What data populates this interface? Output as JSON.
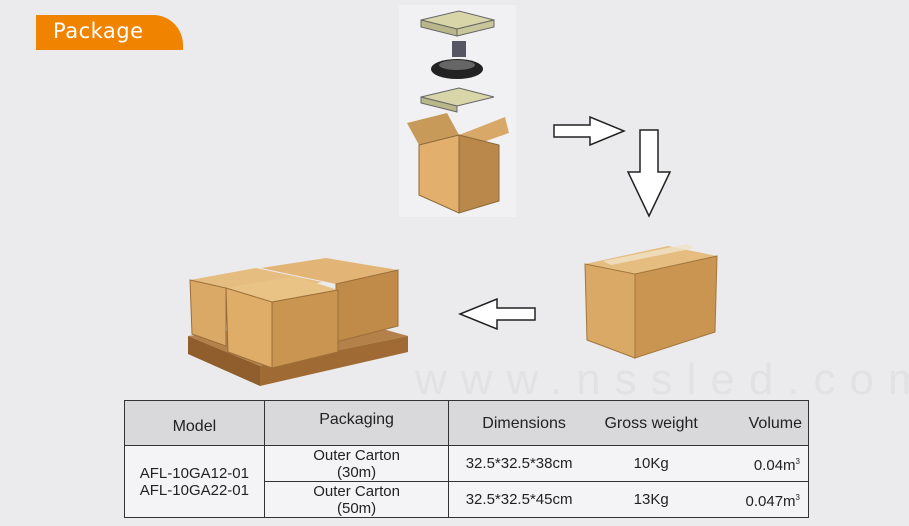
{
  "title": "Package",
  "watermark": "www.nssled.com",
  "table": {
    "headers": {
      "model": "Model",
      "packaging": "Packaging",
      "dimensions": "Dimensions",
      "weight": "Gross weight",
      "volume": "Volume"
    },
    "models": [
      "AFL-10GA12-01",
      "AFL-10GA22-01"
    ],
    "rows": [
      {
        "pack1": "Outer Carton",
        "pack2": "(30m)",
        "dimensions": "32.5*32.5*38cm",
        "weight": "10Kg",
        "volume": "0.04m",
        "exp": "3"
      },
      {
        "pack1": "Outer Carton",
        "pack2": "(50m)",
        "dimensions": "32.5*32.5*45cm",
        "weight": "13Kg",
        "volume": "0.047m",
        "exp": "3"
      }
    ]
  }
}
